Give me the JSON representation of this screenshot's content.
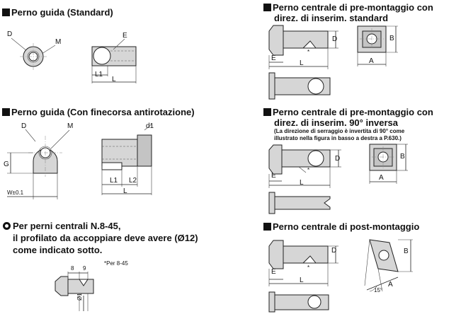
{
  "sections": {
    "guide_std": {
      "title": "Perno guida (Standard)",
      "labels": {
        "D": "D",
        "M": "M",
        "E": "E",
        "L1": "L1",
        "L": "L"
      }
    },
    "guide_rot": {
      "title": "Perno guida (Con finecorsa antirotazione)",
      "labels": {
        "D": "D",
        "M": "M",
        "G": "G",
        "W": "W±0.1",
        "d1": "d1",
        "L1": "L1",
        "L2": "L2",
        "L": "L"
      }
    },
    "note_pins": {
      "lines": [
        "Per perni centrali N.8-45,",
        "il profilato da accoppiare deve avere (Ø12)",
        "come indicato sotto."
      ],
      "dims": {
        "a": "8",
        "b": "9",
        "dia": "Ø12",
        "per": "*Per 8-45"
      }
    },
    "pre_std": {
      "title_lines": [
        "Perno centrale di pre-montaggio con",
        "direz. di inserim. standard"
      ],
      "labels": {
        "D": "D",
        "E": "E",
        "L": "L",
        "A": "A",
        "B": "B",
        "star": "*"
      }
    },
    "pre_90": {
      "title_lines": [
        "Perno centrale di pre-montaggio con",
        "direz. di inserim. 90° inversa"
      ],
      "note_lines": [
        "(La direzione di serraggio è invertita di 90° come",
        "illustrato nella figura in basso a destra a P.630.)"
      ],
      "labels": {
        "D": "D",
        "E": "E",
        "L": "L",
        "A": "A",
        "B": "B",
        "star": "*"
      }
    },
    "post": {
      "title": "Perno centrale di post-montaggio",
      "labels": {
        "D": "D",
        "E": "E",
        "L": "L",
        "A": "A",
        "B": "B",
        "angle": "15°",
        "star": "*"
      }
    }
  }
}
